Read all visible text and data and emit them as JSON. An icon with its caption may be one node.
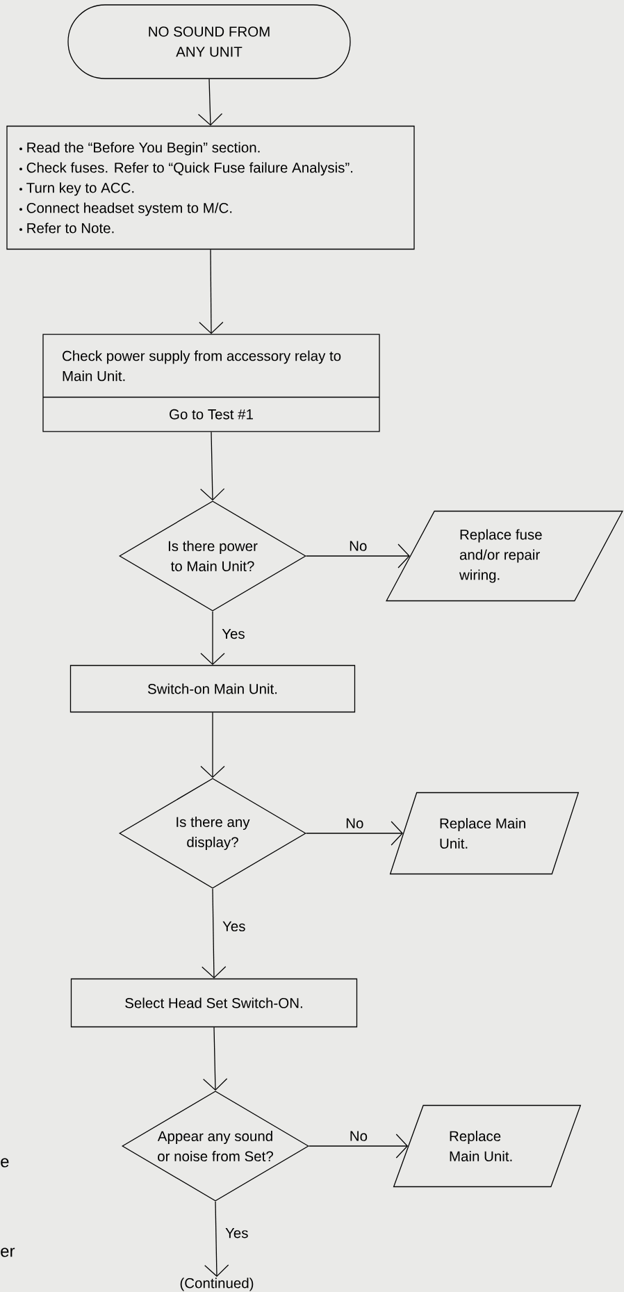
{
  "diagram": {
    "nodes": [
      {
        "text": [
          "NO SOUND FROM ANY UNIT"
        ]
      },
      {
        "text": [
          "Read the “Before You Begin” section.",
          "Check fuses.  Refer to “Quick Fuse failure Analysis”.",
          "Turn key to ACC.",
          "Connect headset system to M/C.",
          "Refer to Note."
        ]
      },
      {
        "text": [
          "Check power supply from accessory relay to Main Unit.",
          "Go to Test #1"
        ]
      },
      {
        "text": [
          "Is there power to Main Unit?"
        ]
      },
      {
        "text": [
          "Replace fuse and/or repair wiring."
        ]
      },
      {
        "text": [
          "Switch-on Main Unit."
        ]
      },
      {
        "text": [
          "Is there any display?"
        ]
      },
      {
        "text": [
          "Replace Main Unit."
        ]
      },
      {
        "text": [
          "Select Head Set Switch-ON."
        ]
      },
      {
        "text": [
          "Appear any sound or noise from Set?"
        ]
      },
      {
        "text": [
          "Replace Main Unit."
        ]
      },
      {
        "text": [
          "(Continued)"
        ]
      }
    ],
    "edges": [
      {
        "from": 0,
        "to": 1,
        "arrow": "to"
      },
      {
        "from": 1,
        "to": 2,
        "arrow": "to"
      },
      {
        "from": 2,
        "to": 3,
        "arrow": "to"
      },
      {
        "from": 3,
        "to": 4,
        "arrow": "to",
        "label": "No"
      },
      {
        "from": 3,
        "to": 5,
        "arrow": "to",
        "label": "Yes"
      },
      {
        "from": 5,
        "to": 6,
        "arrow": "to"
      },
      {
        "from": 6,
        "to": 7,
        "arrow": "to",
        "label": "No"
      },
      {
        "from": 6,
        "to": 8,
        "arrow": "to",
        "label": "Yes"
      },
      {
        "from": 8,
        "to": 9,
        "arrow": "to"
      },
      {
        "from": 9,
        "to": 10,
        "arrow": "to",
        "label": "No"
      },
      {
        "from": 9,
        "to": 11,
        "arrow": "to",
        "label": "Yes"
      }
    ],
    "labels": [
      "e",
      "er"
    ]
  }
}
